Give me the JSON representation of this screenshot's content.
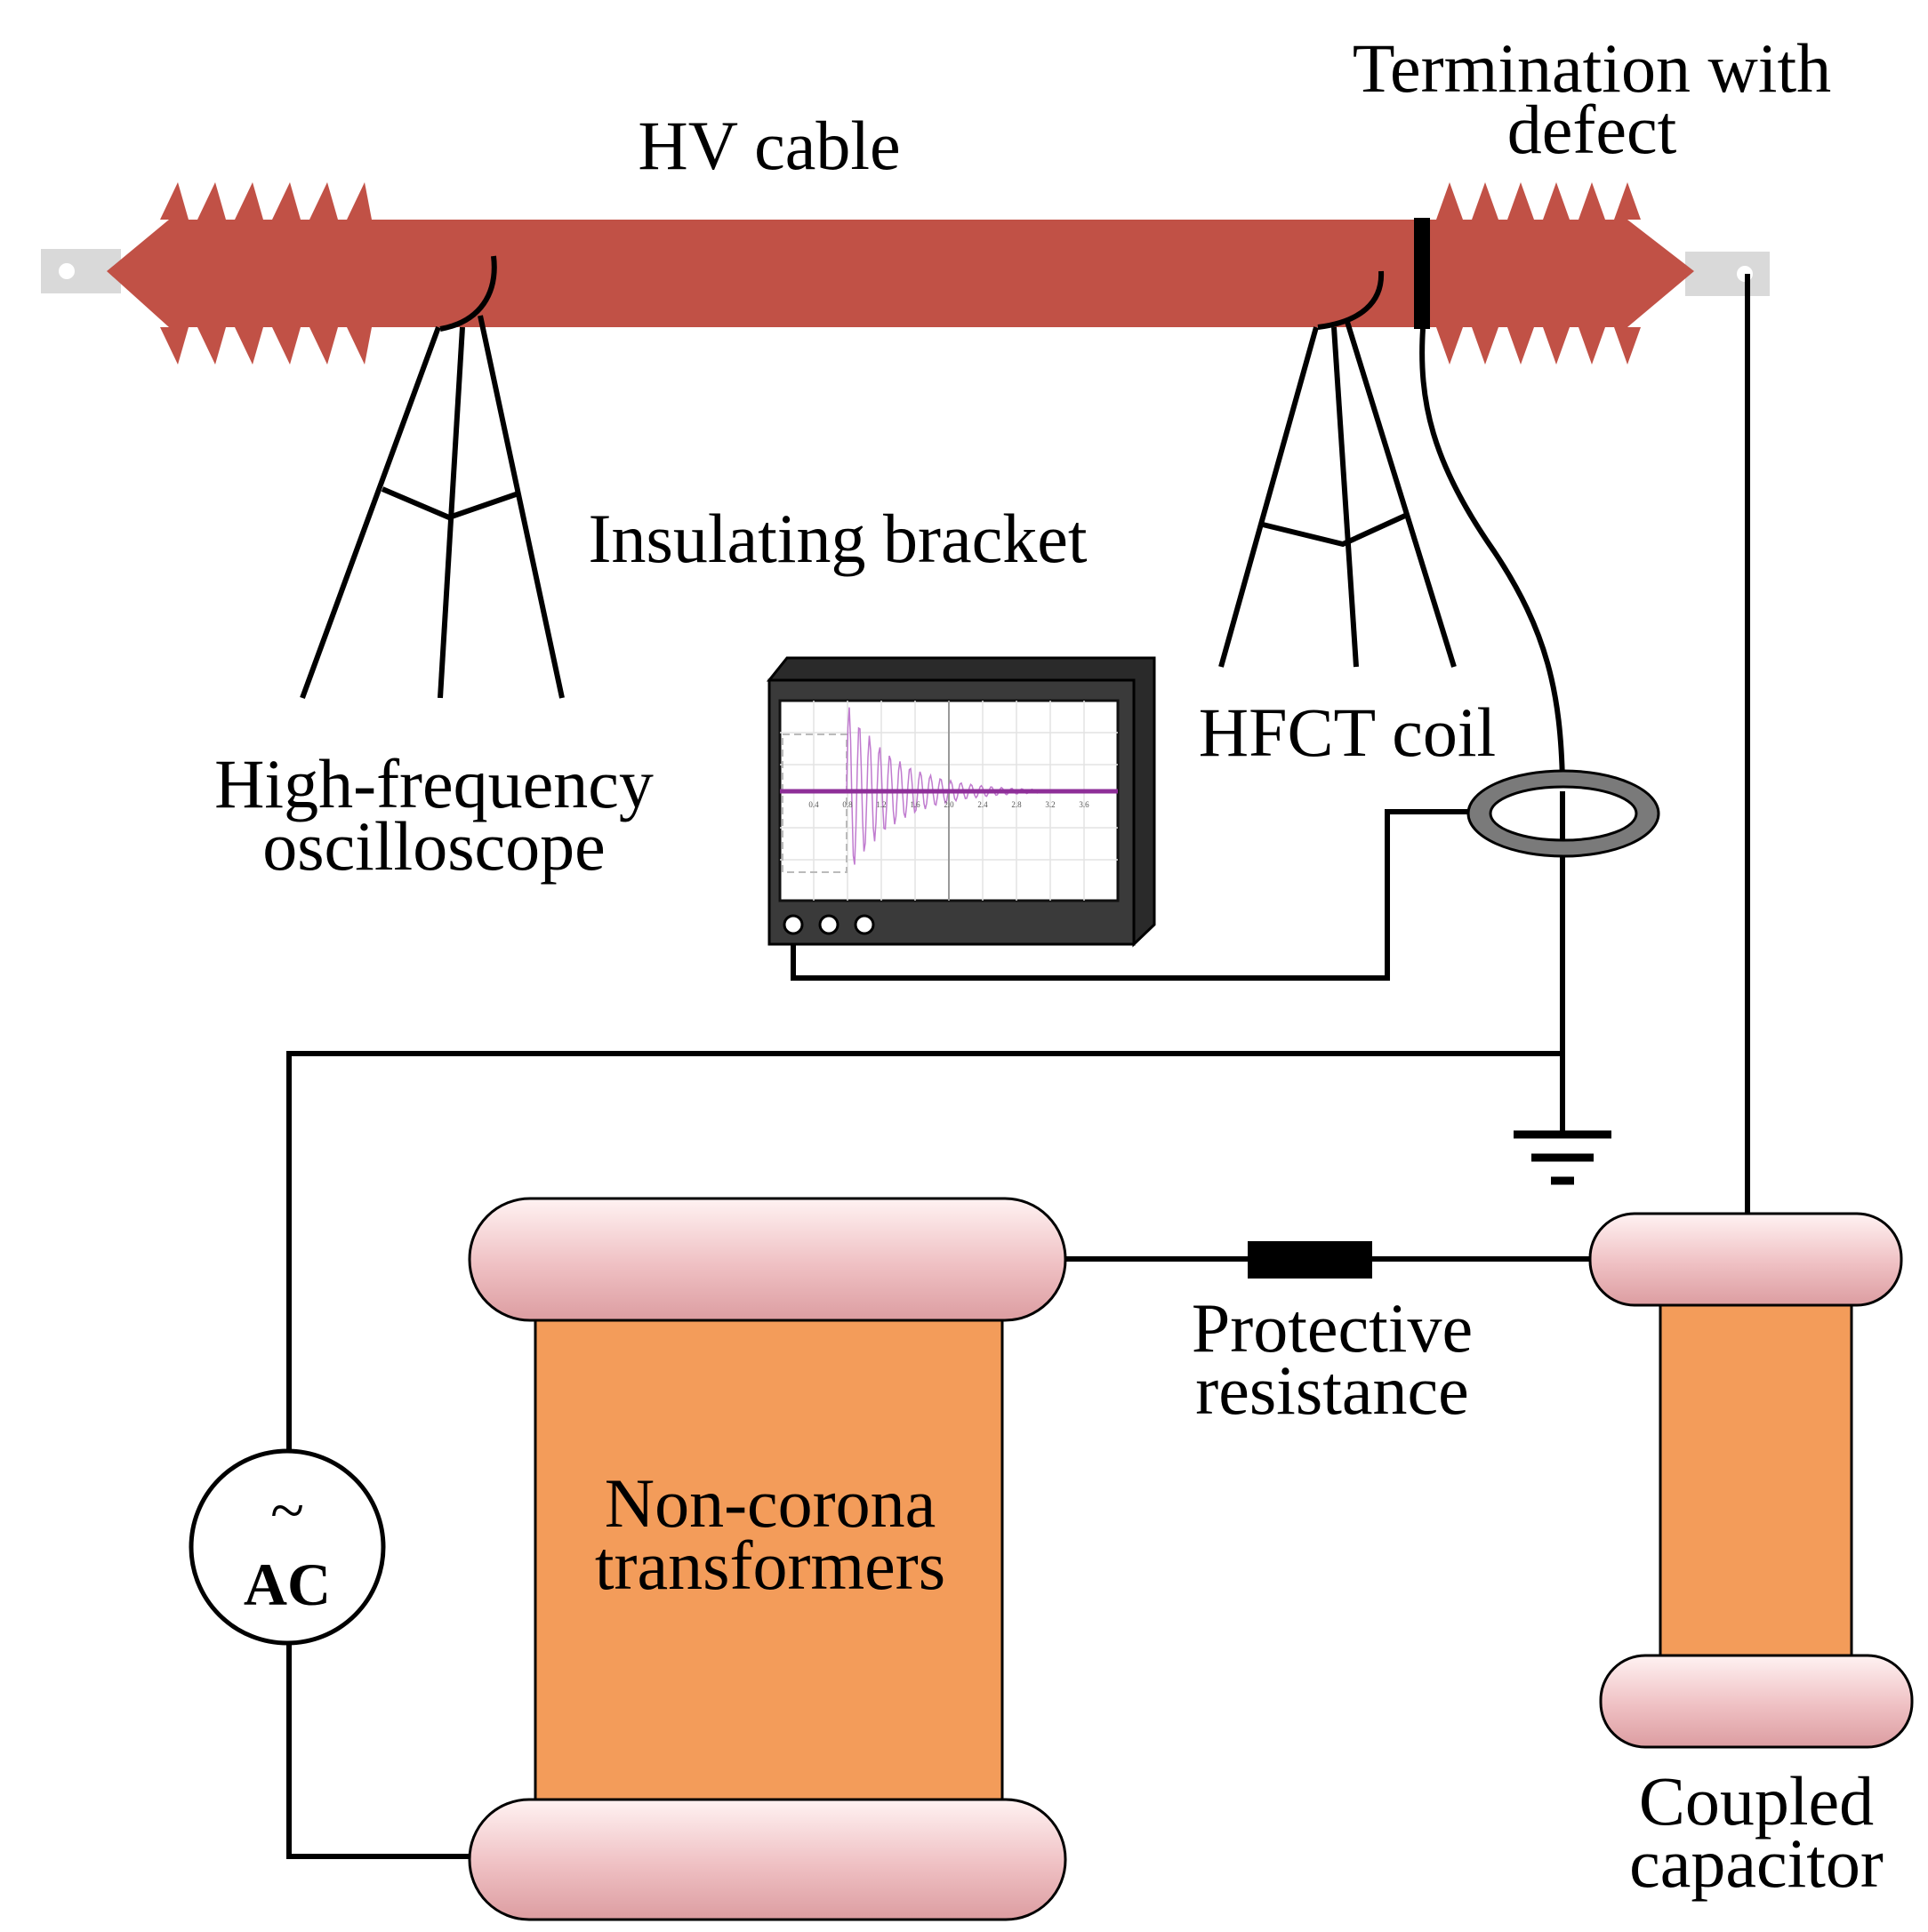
{
  "labels": {
    "hv_cable": "HV cable",
    "termination_line1": "Termination with",
    "termination_line2": "defect",
    "insulating_bracket": "Insulating bracket",
    "oscilloscope_line1": "High-frequency",
    "oscilloscope_line2": "oscilloscope",
    "hfct_coil": "HFCT coil",
    "protective_line1": "Protective",
    "protective_line2": "resistance",
    "transformer_line1": "Non-corona",
    "transformer_line2": "transformers",
    "capacitor_line1": "Coupled",
    "capacitor_line2": "capacitor",
    "ac_symbol": "~",
    "ac_label": "AC"
  },
  "scope": {
    "tick_labels": [
      "0.4",
      "0.8",
      "1.2",
      "1.6",
      "2.0",
      "2.4",
      "2.8",
      "3.2",
      "3.6"
    ]
  },
  "colors": {
    "cable": "#c15146",
    "terminal": "#d9d9d9",
    "transformer_core": "#f39c5a",
    "flange": "#e8a7aa",
    "coil_ring": "#7a7a7a",
    "scope_body": "#3a3a3a",
    "waveform": "#8e2f98"
  }
}
